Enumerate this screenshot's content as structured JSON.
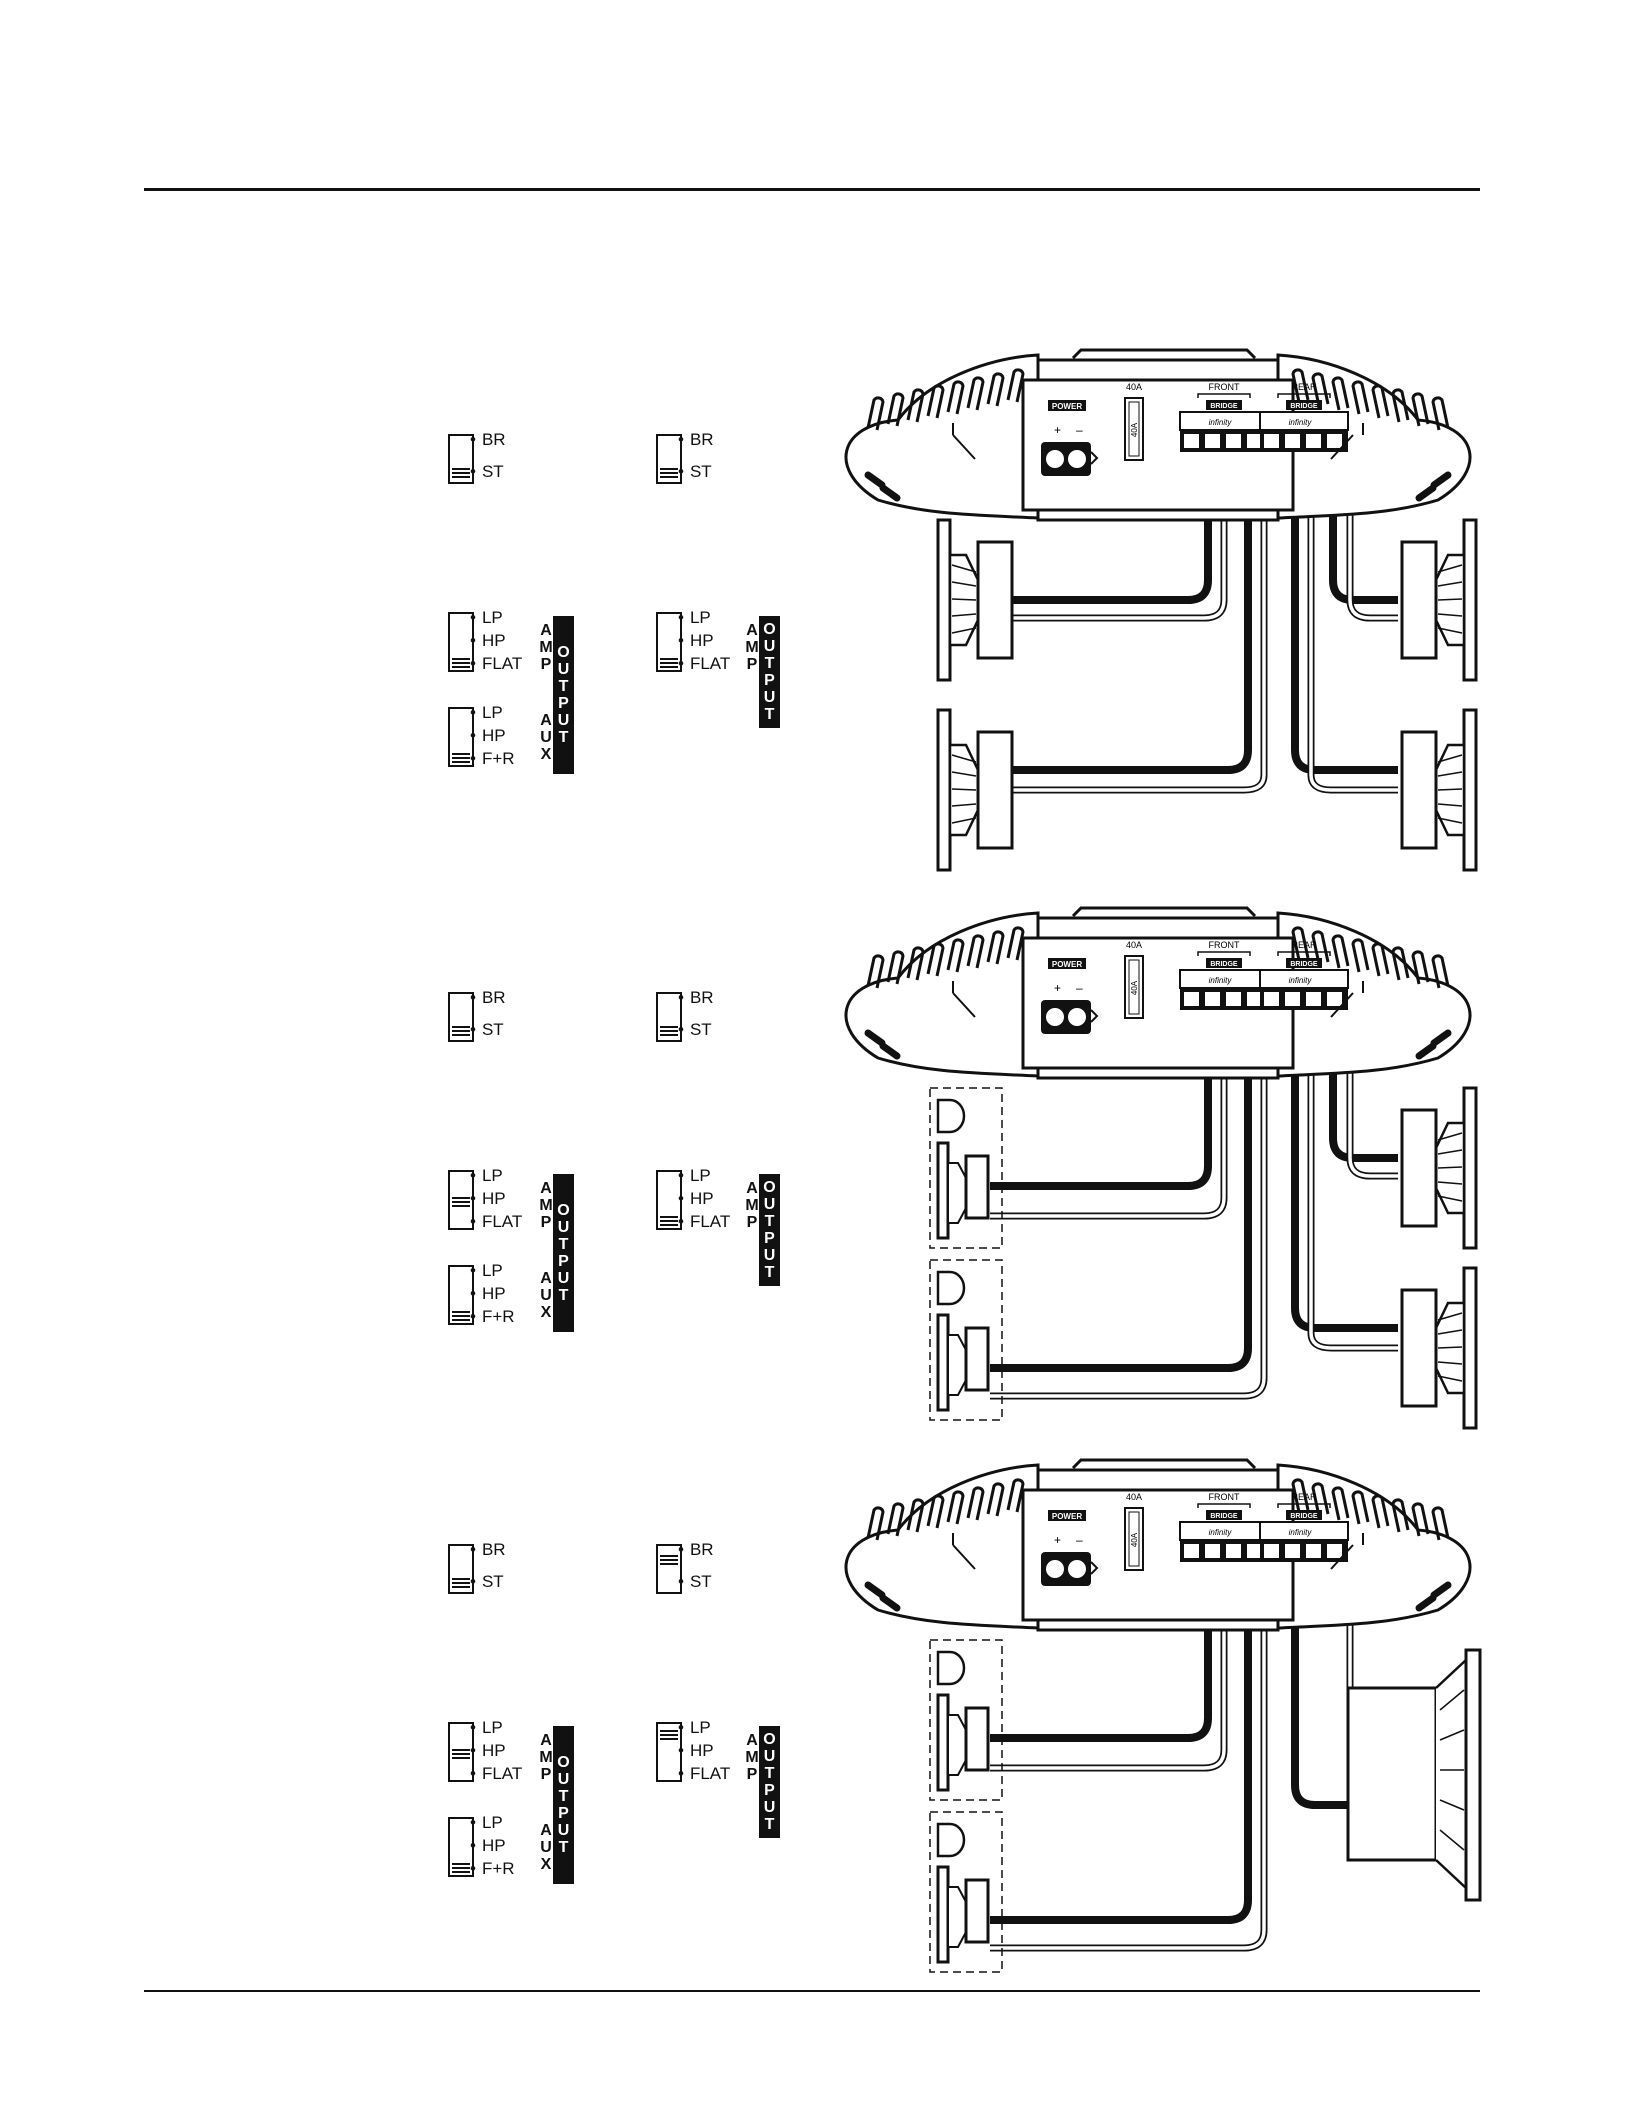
{
  "configs": [
    {
      "cross_left": {
        "options": [
          "BR",
          "ST"
        ],
        "selected": 1
      },
      "cross_right": {
        "options": [
          "BR",
          "ST"
        ],
        "selected": 1
      },
      "amp_left": {
        "options": [
          "LP",
          "HP",
          "FLAT"
        ],
        "selected": 2
      },
      "aux_left": {
        "options": [
          "LP",
          "HP",
          "F+R"
        ],
        "selected": 2
      },
      "amp_right": {
        "options": [
          "LP",
          "HP",
          "FLAT"
        ],
        "selected": 2
      },
      "speakers": "four-full"
    },
    {
      "cross_left": {
        "options": [
          "BR",
          "ST"
        ],
        "selected": 1
      },
      "cross_right": {
        "options": [
          "BR",
          "ST"
        ],
        "selected": 1
      },
      "amp_left": {
        "options": [
          "LP",
          "HP",
          "FLAT"
        ],
        "selected": 1
      },
      "aux_left": {
        "options": [
          "LP",
          "HP",
          "F+R"
        ],
        "selected": 2
      },
      "amp_right": {
        "options": [
          "LP",
          "HP",
          "FLAT"
        ],
        "selected": 2
      },
      "speakers": "two-component-two-full"
    },
    {
      "cross_left": {
        "options": [
          "BR",
          "ST"
        ],
        "selected": 1
      },
      "cross_right": {
        "options": [
          "BR",
          "ST"
        ],
        "selected": 0
      },
      "amp_left": {
        "options": [
          "LP",
          "HP",
          "FLAT"
        ],
        "selected": 1
      },
      "aux_left": {
        "options": [
          "LP",
          "HP",
          "F+R"
        ],
        "selected": 2
      },
      "amp_right": {
        "options": [
          "LP",
          "HP",
          "FLAT"
        ],
        "selected": 0
      },
      "speakers": "two-component-one-sub"
    }
  ],
  "labels": {
    "amp": [
      "A",
      "M",
      "P"
    ],
    "aux": [
      "A",
      "U",
      "X"
    ],
    "output": [
      "O",
      "U",
      "T",
      "P",
      "U",
      "T"
    ]
  },
  "amp_panel": {
    "power_label": "POWER",
    "plus": "+",
    "minus": "–",
    "fuse_label": "40A",
    "fuse_inner": "40A",
    "front_label": "FRONT",
    "rear_label": "REAR",
    "bridge_label": "BRIDGE",
    "brand": "infinity"
  }
}
